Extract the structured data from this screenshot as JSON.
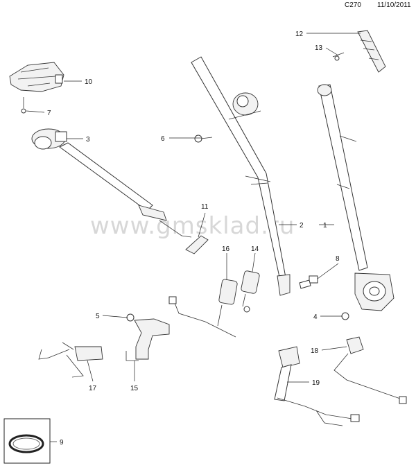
{
  "header": {
    "code": "C270",
    "date": "11/10/2011"
  },
  "watermark": "www.gmsklad.ru",
  "callouts": [
    "1",
    "2",
    "3",
    "4",
    "5",
    "6",
    "7",
    "8",
    "9",
    "10",
    "11",
    "12",
    "13",
    "14",
    "15",
    "16",
    "17",
    "18",
    "19"
  ]
}
